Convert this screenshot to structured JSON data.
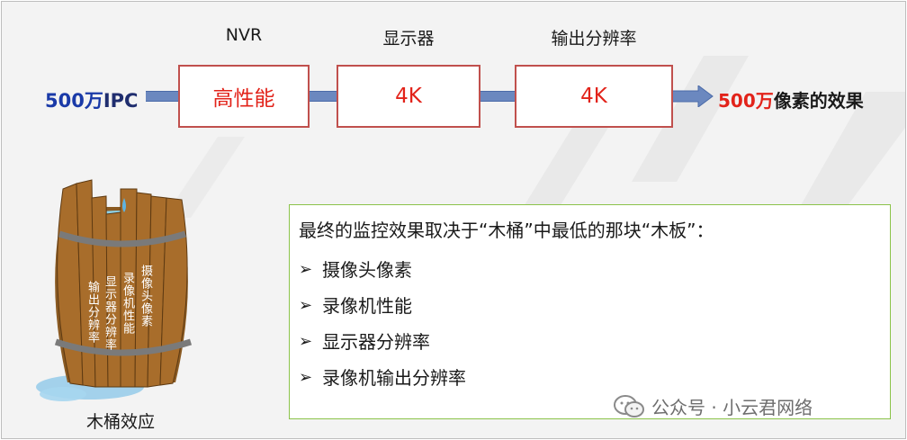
{
  "flow": {
    "source": {
      "highlight": "500万",
      "rest": "IPC"
    },
    "stages": [
      {
        "title": "NVR",
        "value": "高性能"
      },
      {
        "title": "显示器",
        "value": "4K"
      },
      {
        "title": "输出分辨率",
        "value": "4K"
      }
    ],
    "result": {
      "highlight": "500万",
      "rest": "像素的效果"
    }
  },
  "barrel": {
    "staves": [
      "输出分辨率",
      "显示器分辨率",
      "录像机性能",
      "摄像头像素"
    ],
    "caption": "木桶效应"
  },
  "info": {
    "lead": "最终的监控效果取决于“木桶”中最低的那块“木板”：",
    "bullet_glyph": "➢",
    "items": [
      "摄像头像素",
      "录像机性能",
      "显示器分辨率",
      "录像机输出分辨率"
    ]
  },
  "watermark": {
    "text": "公众号 · 小云君网络"
  },
  "colors": {
    "box_border": "#c0504d",
    "value_text": "#e2231a",
    "connector": "#6b88bf",
    "info_border": "#8bc34a"
  }
}
